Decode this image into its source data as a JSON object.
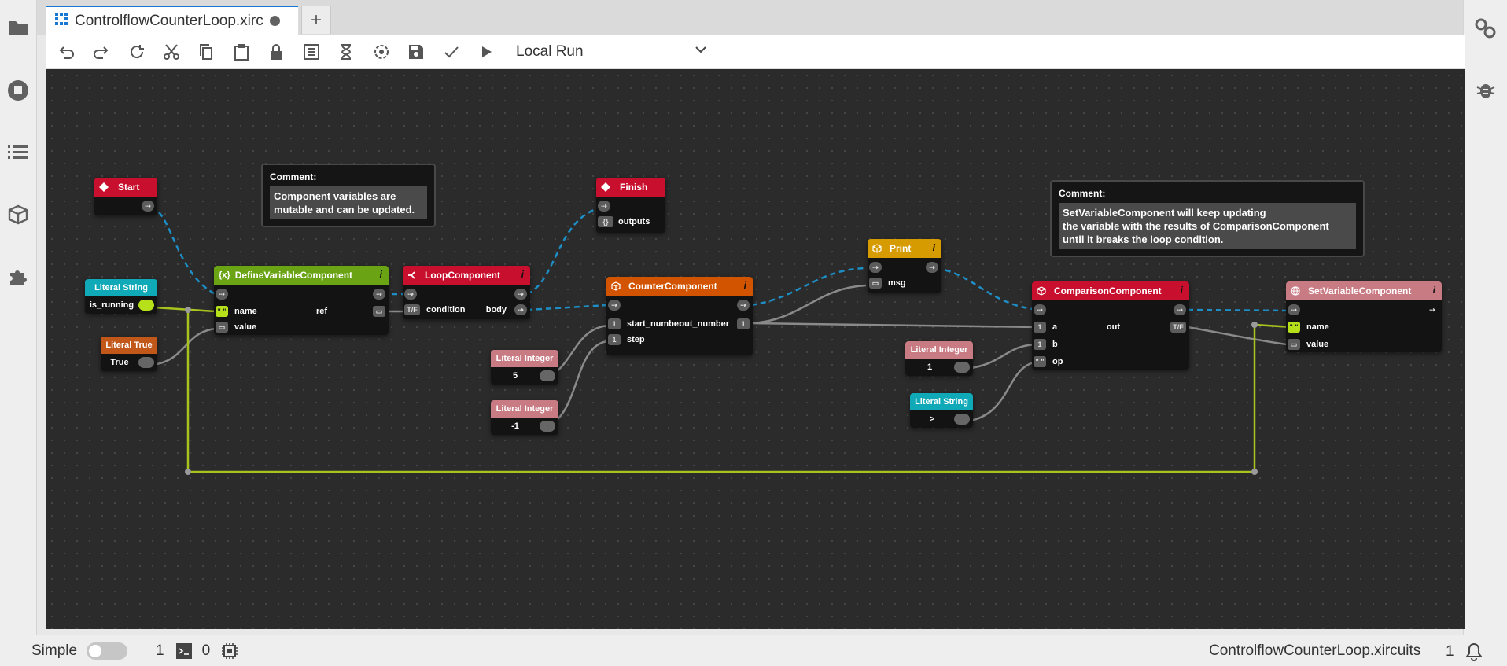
{
  "tab": {
    "title": "ControlflowCounterLoop.xirc",
    "new_tab": "+"
  },
  "toolbar": {
    "run_mode": "Local Run"
  },
  "comments": [
    {
      "title": "Comment:",
      "text": "Component variables are\nmutable and can be updated."
    },
    {
      "title": "Comment:",
      "text": "SetVariableComponent will keep updating\nthe variable with the results of ComparisonComponent\nuntil it breaks the loop condition."
    }
  ],
  "nodes": {
    "start": {
      "title": "Start",
      "color": "#c8102e"
    },
    "finish": {
      "title": "Finish",
      "color": "#c8102e",
      "outputs": "outputs"
    },
    "define": {
      "title": "DefineVariableComponent",
      "color": "#6aa313",
      "in1": "name",
      "in2": "value",
      "out": "ref",
      "info": "i"
    },
    "loop": {
      "title": "LoopComponent",
      "color": "#c8102e",
      "in1": "condition",
      "out": "body",
      "info": "i"
    },
    "counter": {
      "title": "CounterComponent",
      "color": "#d35400",
      "in1": "start_number",
      "in2": "step",
      "out": "out_number",
      "info": "i"
    },
    "print": {
      "title": "Print",
      "color": "#d69b00",
      "in1": "msg",
      "info": "i"
    },
    "compare": {
      "title": "ComparisonComponent",
      "color": "#c8102e",
      "in1": "a",
      "in2": "b",
      "in3": "op",
      "out": "out",
      "info": "i"
    },
    "setvar": {
      "title": "SetVariableComponent",
      "color": "#c97b84",
      "in1": "name",
      "in2": "value",
      "info": "i"
    }
  },
  "literals": {
    "str_running": {
      "title": "Literal String",
      "value": "is_running",
      "color": "#10a9b8"
    },
    "true_val": {
      "title": "Literal True",
      "value": "True",
      "color": "#c2571a"
    },
    "int_5": {
      "title": "Literal Integer",
      "value": "5",
      "color": "#c97b84"
    },
    "int_m1": {
      "title": "Literal Integer",
      "value": "-1",
      "color": "#c97b84"
    },
    "int_1": {
      "title": "Literal Integer",
      "value": "1",
      "color": "#c97b84"
    },
    "str_gt": {
      "title": "Literal String",
      "value": ">",
      "color": "#10a9b8"
    }
  },
  "statusbar": {
    "mode_label": "Simple",
    "terminals": "1",
    "kernels": "0",
    "filename": "ControlflowCounterLoop.xircuits",
    "notifications": "1"
  },
  "colors": {
    "flow_wire": "#1e8fc6",
    "data_wire": "#8a8a8a",
    "var_wire": "#a7c41e"
  }
}
